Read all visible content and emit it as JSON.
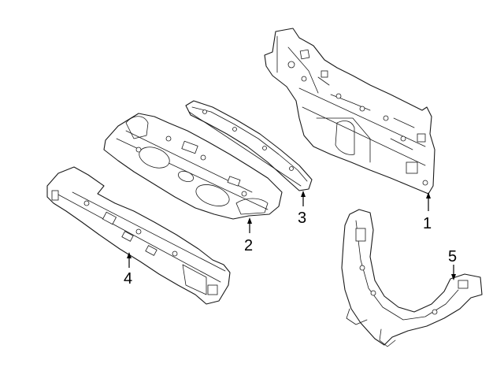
{
  "diagram": {
    "type": "exploded-parts-diagram",
    "parts": [
      {
        "id": "1",
        "label": "1",
        "shape": "rear-panel"
      },
      {
        "id": "2",
        "label": "2",
        "shape": "floor-panel"
      },
      {
        "id": "3",
        "label": "3",
        "shape": "crossmember-beam"
      },
      {
        "id": "4",
        "label": "4",
        "shape": "rear-crossmember"
      },
      {
        "id": "5",
        "label": "5",
        "shape": "rear-frame-bracket"
      }
    ],
    "colors": {
      "line": "#1a1a1a",
      "background": "#ffffff"
    }
  }
}
